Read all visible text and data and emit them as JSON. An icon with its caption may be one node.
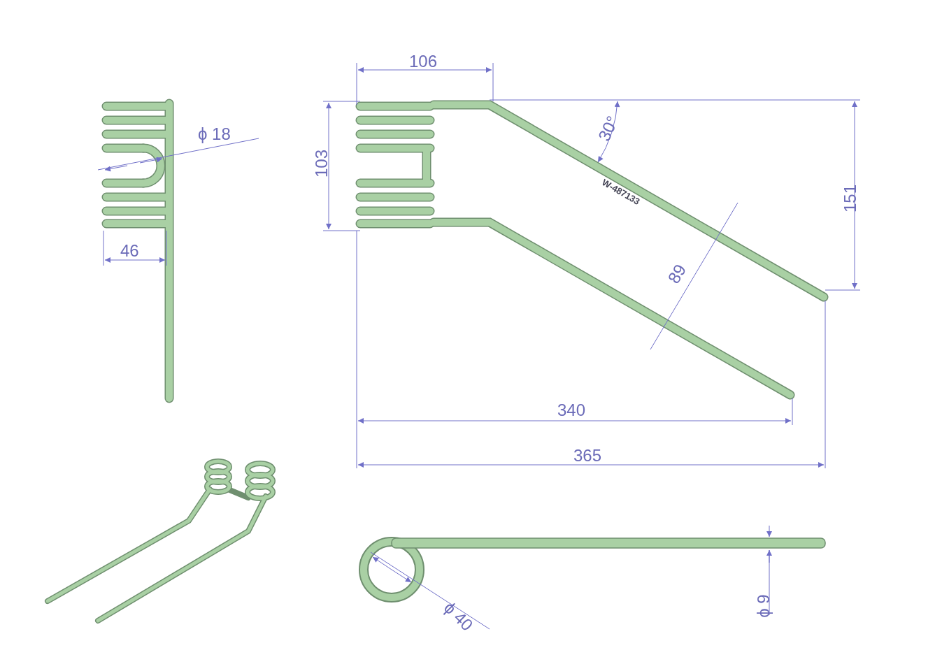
{
  "diagram": {
    "labels": [
      "106",
      "30°",
      "ϕ 18",
      "103",
      "W-487133",
      "151",
      "46",
      "89",
      "340",
      "365",
      "ϕ 40",
      "ϕ 9"
    ]
  }
}
